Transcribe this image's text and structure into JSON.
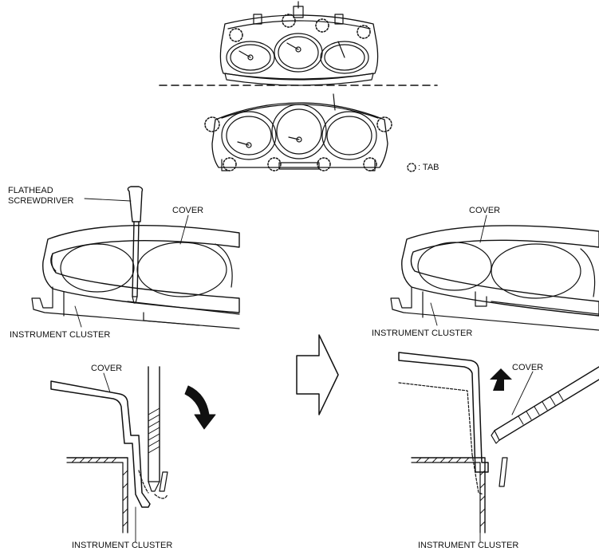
{
  "labels": {
    "flathead_line1": "FLATHEAD",
    "flathead_line2": "SCREWDRIVER",
    "cover_left": "COVER",
    "cover_right": "COVER",
    "cluster_left": "INSTRUMENT CLUSTER",
    "cluster_right": "INSTRUMENT CLUSTER",
    "cover_lower_left": "COVER",
    "cover_lower_right": "COVER",
    "cluster_lower_left": "INSTRUMENT CLUSTER",
    "cluster_lower_right": "INSTRUMENT CLUSTER",
    "tab_legend": ": TAB"
  }
}
